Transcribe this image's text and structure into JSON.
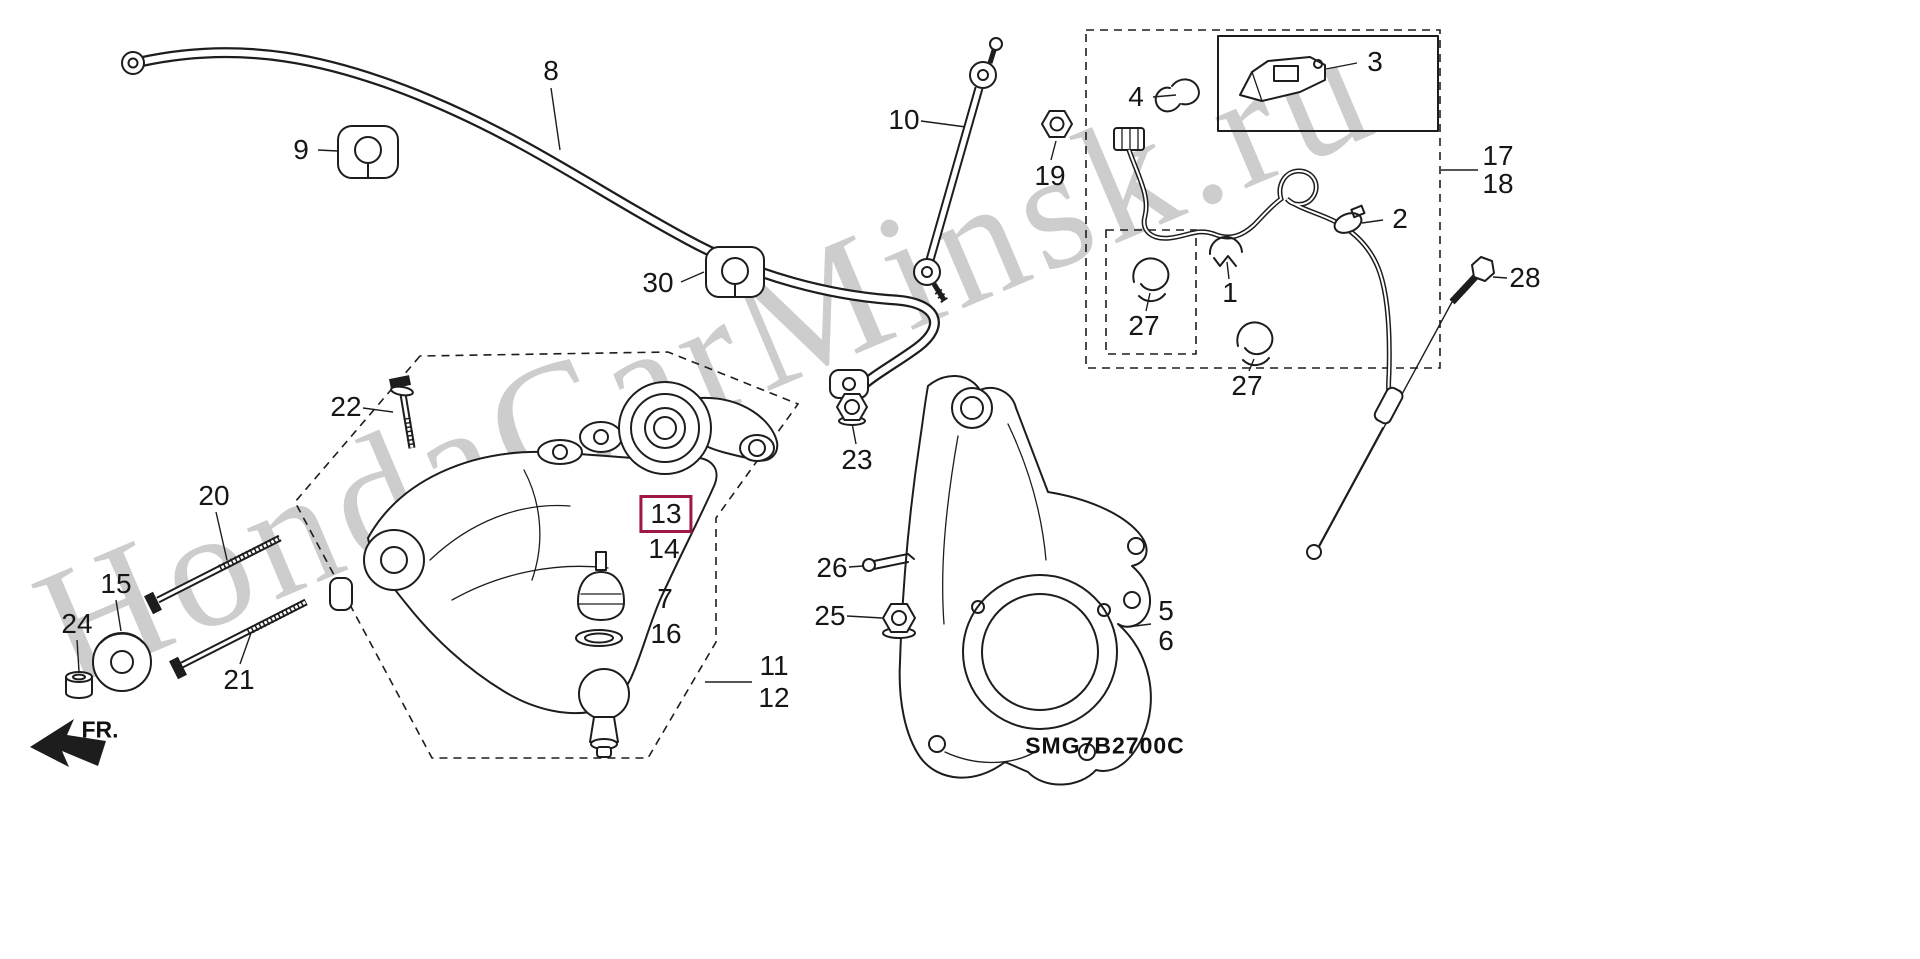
{
  "watermark": {
    "text": "HondaCarMinsk.ru"
  },
  "footer": {
    "diagram_code": "SMG7B2700C",
    "direction_label": "FR."
  },
  "highlight": {
    "part": "13"
  },
  "colors": {
    "line": "#1d1d1d",
    "background": "#ffffff",
    "watermark": "#a6a6a6",
    "highlight": "#9e1746"
  },
  "callouts": {
    "n1": "1",
    "n2": "2",
    "n3": "3",
    "n4": "4",
    "n5": "5",
    "n6": "6",
    "n7": "7",
    "n8": "8",
    "n9": "9",
    "n10": "10",
    "n11": "11",
    "n12": "12",
    "n13": "13",
    "n14": "14",
    "n15": "15",
    "n16": "16",
    "n17": "17",
    "n18": "18",
    "n19": "19",
    "n20": "20",
    "n21": "21",
    "n22": "22",
    "n23": "23",
    "n24": "24",
    "n25": "25",
    "n26": "26",
    "n27a": "27",
    "n27b": "27",
    "n28": "28",
    "n30": "30"
  }
}
